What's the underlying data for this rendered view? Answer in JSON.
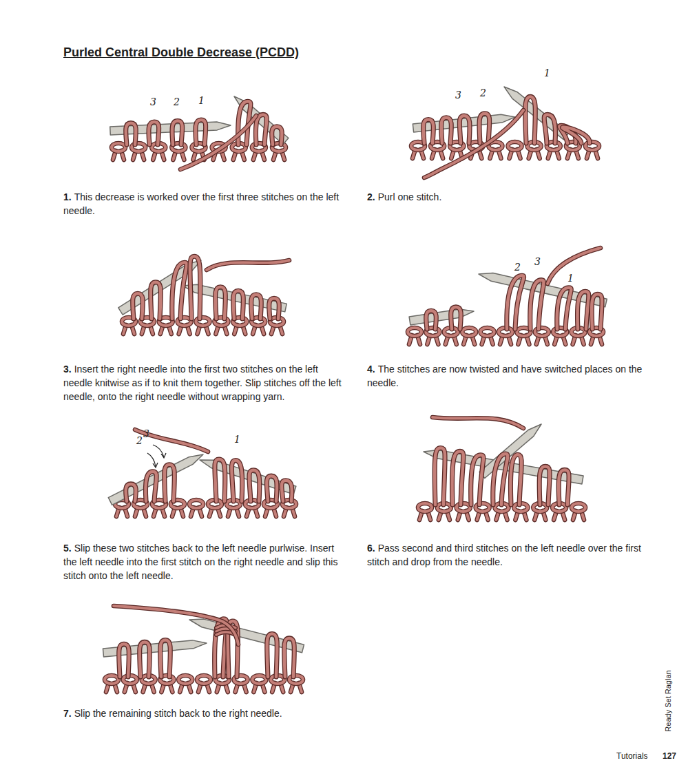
{
  "diagram": {
    "title": "Purled Central Double Decrease (PCDD)",
    "labels": [
      "1.",
      "This decrease is worked over the first three stitches on the left needle.",
      "2.",
      "Purl one stitch.",
      "3.",
      "Insert the right needle into the first two stitches on the left needle knitwise as if to knit them together. Slip stitches off the left needle, onto the right needle without wrapping yarn.",
      "4.",
      "The stitches are now twisted and have switched places on the needle.",
      "5.",
      "Slip these two stitches back to the left needle purlwise. Insert the left needle into the first stitch on the right needle and slip this stitch onto the left needle.",
      "6.",
      "Pass second and third stitches on the left needle over the first stitch and drop from the needle.",
      "7.",
      "Slip the remaining stitch back to the right needle.",
      "3",
      "2",
      "1",
      "3",
      "2",
      "1",
      "2",
      "3",
      "1",
      "2",
      "3",
      "1",
      "Ready Set Raglan",
      "Tutorials",
      "127"
    ]
  }
}
